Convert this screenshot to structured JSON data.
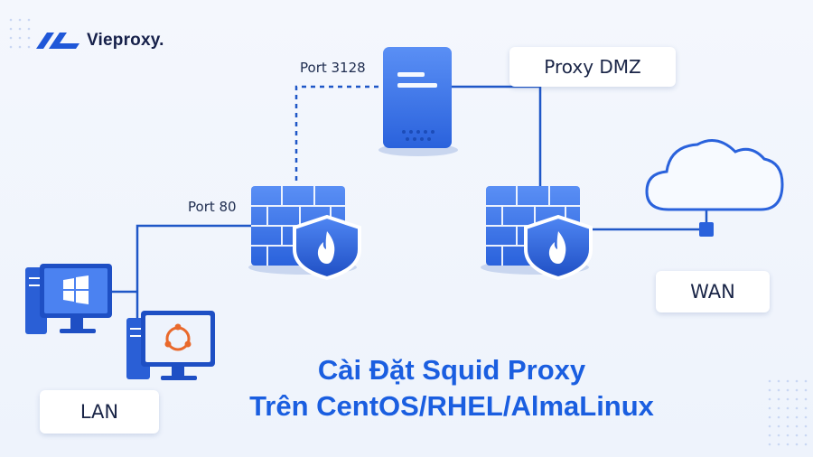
{
  "brand": {
    "name": "Vieproxy."
  },
  "labels": {
    "port_3128": "Port 3128",
    "port_80": "Port 80",
    "proxy_dmz": "Proxy DMZ",
    "wan": "WAN",
    "lan": "LAN"
  },
  "title": {
    "line1": "Cài Đặt Squid Proxy",
    "line2": "Trên CentOS/RHEL/AlmaLinux"
  },
  "colors": {
    "accent": "#1a5ee0",
    "device_blue": "#3d78ee",
    "line": "#1f57c7"
  },
  "icons": [
    "server-icon",
    "firewall-icon",
    "cloud-icon",
    "windows-pc-icon",
    "ubuntu-pc-icon"
  ]
}
